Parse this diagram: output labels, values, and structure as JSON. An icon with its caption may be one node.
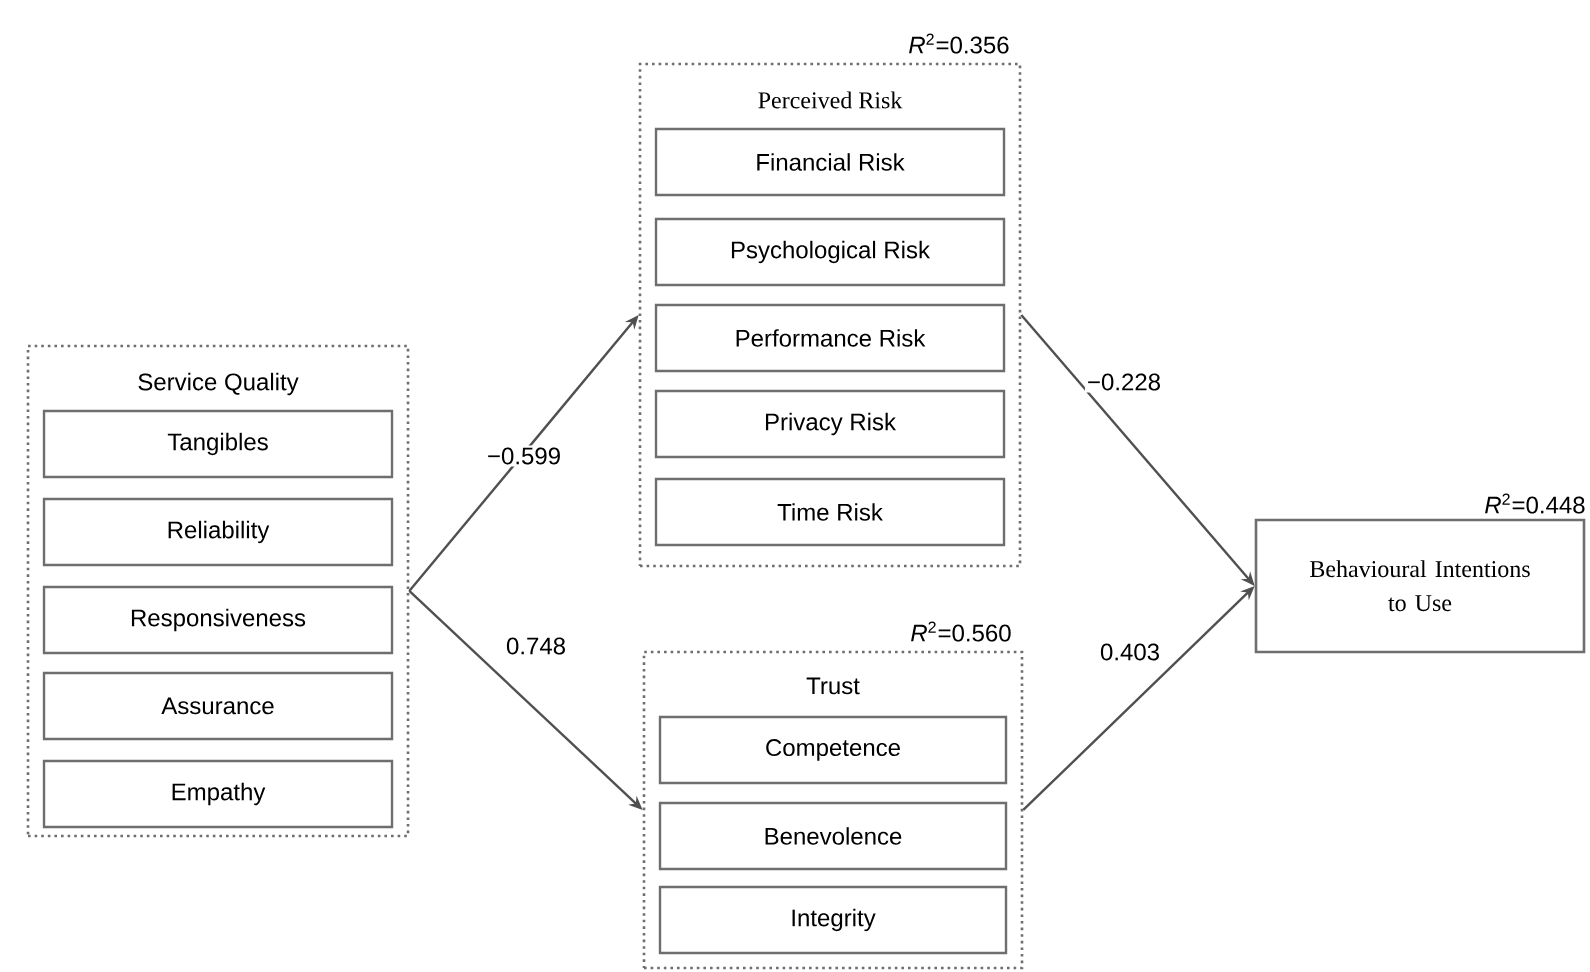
{
  "diagram": {
    "nodes": [
      {
        "text": [
          "Service Quality"
        ]
      },
      {
        "text": [
          "Tangibles"
        ],
        "in": 0
      },
      {
        "text": [
          "Reliability"
        ],
        "in": 0
      },
      {
        "text": [
          "Responsiveness"
        ],
        "in": 0
      },
      {
        "text": [
          "Assurance"
        ],
        "in": 0
      },
      {
        "text": [
          "Empathy"
        ],
        "in": 0
      },
      {
        "text": [
          "Perceived Risk"
        ],
        "beside": [
          "*R*$^{2}$=0.356"
        ]
      },
      {
        "text": [
          "Financial Risk"
        ],
        "in": 6
      },
      {
        "text": [
          "Psychological Risk"
        ],
        "in": 6
      },
      {
        "text": [
          "Performance Risk"
        ],
        "in": 6
      },
      {
        "text": [
          "Privacy Risk"
        ],
        "in": 6
      },
      {
        "text": [
          "Time Risk"
        ],
        "in": 6
      },
      {
        "text": [
          "Trust"
        ],
        "beside": [
          "*R*$^{2}$=0.560"
        ]
      },
      {
        "text": [
          "Competence"
        ],
        "in": 12
      },
      {
        "text": [
          "Benevolence"
        ],
        "in": 12
      },
      {
        "text": [
          "Integrity"
        ],
        "in": 12
      },
      {
        "text": [
          "Behavioural Intentions to Use"
        ],
        "beside": [
          "*R*$^{2}$=0.448"
        ]
      }
    ],
    "edges": [
      {
        "from": 0,
        "to": 6,
        "arrow": "to",
        "label": "−0.599"
      },
      {
        "from": 0,
        "to": 12,
        "arrow": "to",
        "label": "0.748"
      },
      {
        "from": 6,
        "to": 16,
        "arrow": "to",
        "label": "−0.228"
      },
      {
        "from": 12,
        "to": 16,
        "arrow": "to",
        "label": "0.403"
      }
    ]
  }
}
